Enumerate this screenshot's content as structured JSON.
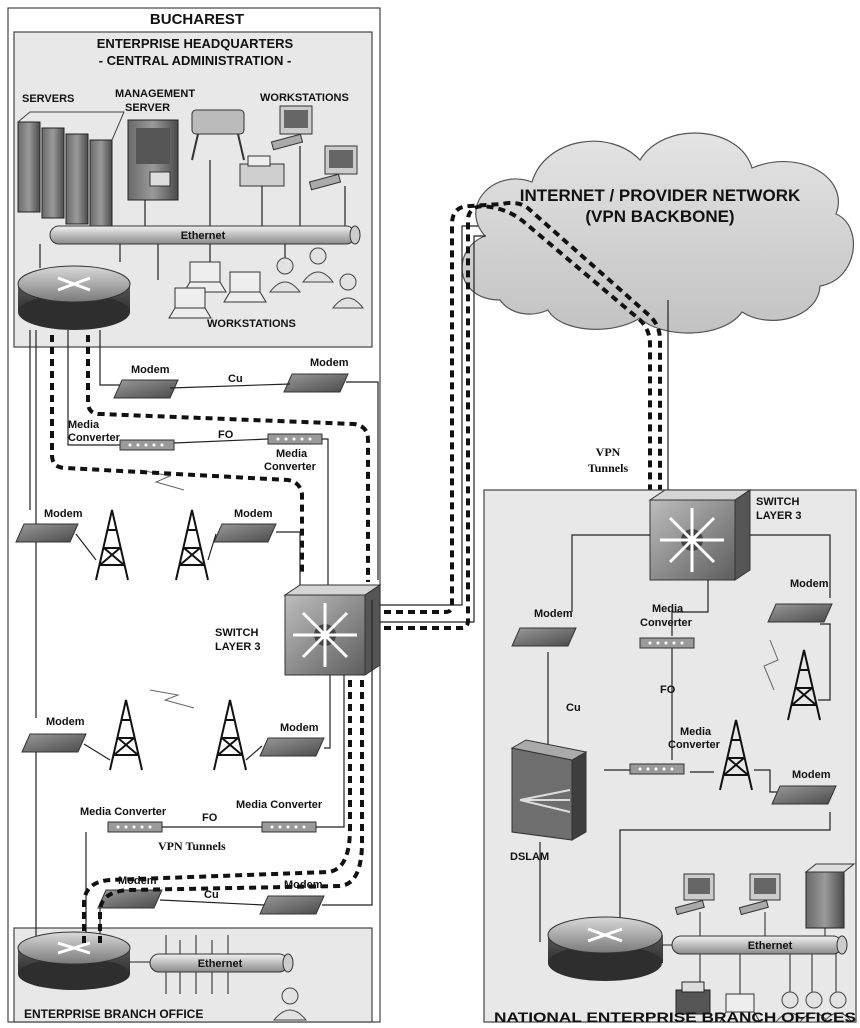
{
  "headquarters": {
    "city": "BUCHAREST",
    "title_line1": "ENTERPRISE HEADQUARTERS",
    "title_line2": "- CENTRAL ADMINISTRATION -",
    "servers_label": "SERVERS",
    "management_label_line1": "MANAGEMENT",
    "management_label_line2": "SERVER",
    "workstations_top_label": "WORKSTATIONS",
    "ethernet_label": "Ethernet",
    "workstations_bottom_label": "WORKSTATIONS"
  },
  "left_links": {
    "modem_a": "Modem",
    "modem_b": "Modem",
    "cu_label_top": "Cu",
    "media_converter_line1": "Media",
    "media_converter_line2": "Converter",
    "fo_label_top": "FO",
    "media_converter_b_line1": "Media",
    "media_converter_b_line2": "Converter",
    "modem_wireless_a": "Modem",
    "modem_wireless_b": "Modem",
    "switch_label_line1": "SWITCH",
    "switch_label_line2": "LAYER 3",
    "modem_wireless_c": "Modem",
    "modem_wireless_d": "Modem",
    "media_converter_c": "Media Converter",
    "fo_label_bottom": "FO",
    "media_converter_d": "Media Converter",
    "vpn_tunnels_label": "VPN Tunnels",
    "modem_e": "Modem",
    "cu_label_bottom": "Cu",
    "modem_f": "Modem"
  },
  "branch_office": {
    "ethernet_label": "Ethernet",
    "title": "ENTERPRISE BRANCH OFFICE"
  },
  "cloud": {
    "line1": "INTERNET / PROVIDER NETWORK",
    "line2": "(VPN BACKBONE)"
  },
  "vpn_center": {
    "line1": "VPN",
    "line2": "Tunnels"
  },
  "national": {
    "switch_label_line1": "SWITCH",
    "switch_label_line2": "LAYER 3",
    "modem_right_top": "Modem",
    "modem_left": "Modem",
    "media_converter_line1": "Media",
    "media_converter_line2": "Converter",
    "fo_label": "FO",
    "cu_label": "Cu",
    "media_converter_b_line1": "Media",
    "media_converter_b_line2": "Converter",
    "modem_right_bottom": "Modem",
    "dslam_label": "DSLAM",
    "ethernet_label": "Ethernet",
    "title": "NATIONAL ENTERPRISE BRANCH OFFICES"
  }
}
